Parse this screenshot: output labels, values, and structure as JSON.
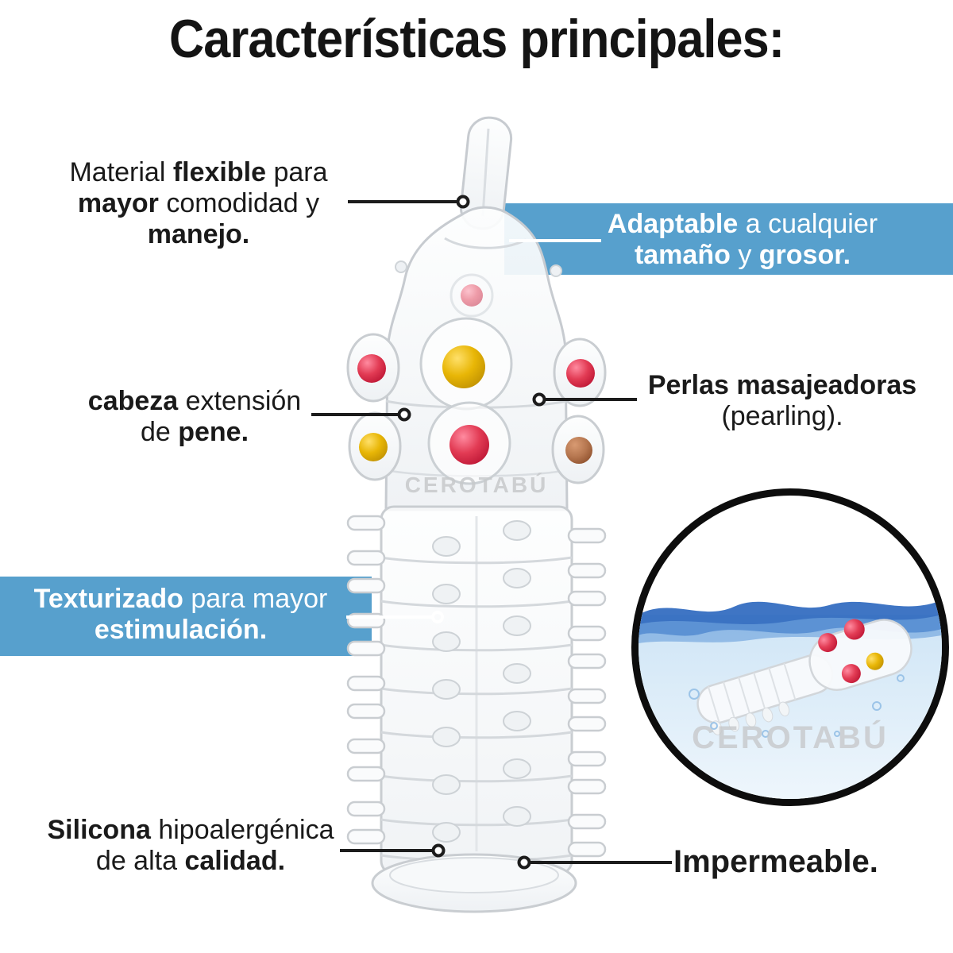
{
  "title": "Características principales:",
  "watermarks": {
    "product": "CEROTABÚ",
    "inset": "CEROTABÚ"
  },
  "colors": {
    "banner_blue": "#57A0CD",
    "text_dark": "#1A1A1A",
    "connector_black": "#1C1C1C",
    "connector_white": "#FFFFFF",
    "bead_red": "#DE2B4B",
    "bead_yellow": "#E4B206",
    "bead_brown": "#B5764F",
    "water_dark_blue": "#2A66BE",
    "water_light_blue": "#D9EAF7"
  },
  "callouts": {
    "material": {
      "lines": [
        [
          {
            "t": "Material ",
            "b": false
          },
          {
            "t": "flexible",
            "b": true
          },
          {
            "t": " para",
            "b": false
          }
        ],
        [
          {
            "t": "mayor",
            "b": true
          },
          {
            "t": " comodidad y",
            "b": false
          }
        ],
        [
          {
            "t": "manejo.",
            "b": true
          }
        ]
      ]
    },
    "adaptable": {
      "lines": [
        [
          {
            "t": "Adaptable",
            "b": true
          },
          {
            "t": " a cualquier",
            "b": false
          }
        ],
        [
          {
            "t": "tamaño",
            "b": true
          },
          {
            "t": " y ",
            "b": false
          },
          {
            "t": "grosor.",
            "b": true
          }
        ]
      ]
    },
    "cabeza": {
      "lines": [
        [
          {
            "t": "cabeza",
            "b": true
          },
          {
            "t": " extensión",
            "b": false
          }
        ],
        [
          {
            "t": "de ",
            "b": false
          },
          {
            "t": "pene.",
            "b": true
          }
        ]
      ]
    },
    "perlas": {
      "lines": [
        [
          {
            "t": "Perlas masajeadoras",
            "b": true
          }
        ],
        [
          {
            "t": "(pearling).",
            "b": false
          }
        ]
      ]
    },
    "texturizado": {
      "lines": [
        [
          {
            "t": "Texturizado",
            "b": true
          },
          {
            "t": " para mayor",
            "b": false
          }
        ],
        [
          {
            "t": "estimulación.",
            "b": true
          }
        ]
      ]
    },
    "silicona": {
      "lines": [
        [
          {
            "t": "Silicona",
            "b": true
          },
          {
            "t": " hipoalergénica",
            "b": false
          }
        ],
        [
          {
            "t": "de alta ",
            "b": false
          },
          {
            "t": "calidad.",
            "b": true
          }
        ]
      ]
    },
    "impermeable": {
      "lines": [
        [
          {
            "t": "Impermeable.",
            "b": true
          }
        ]
      ]
    }
  }
}
